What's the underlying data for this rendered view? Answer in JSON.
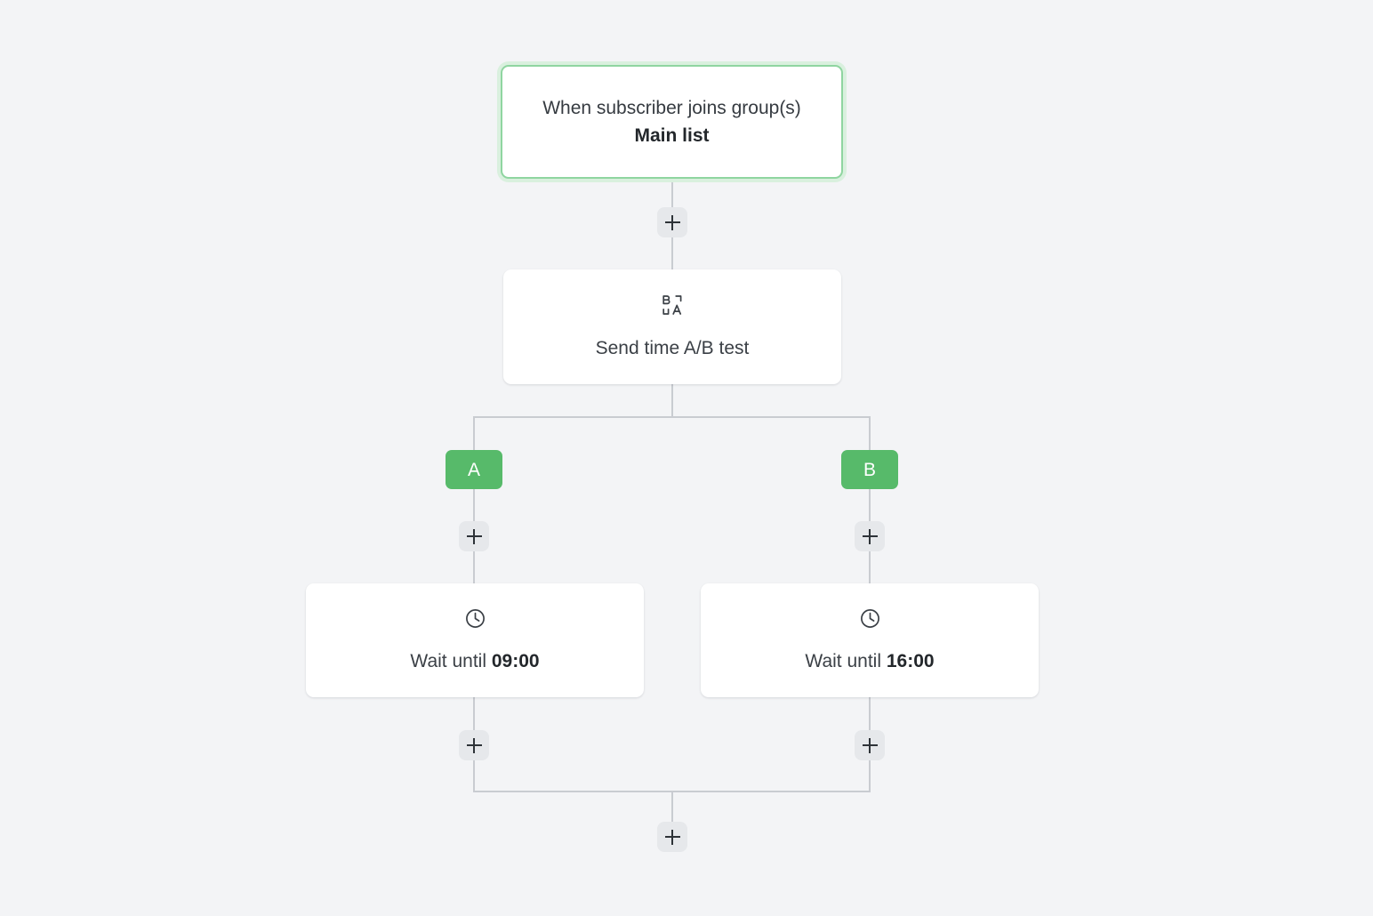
{
  "canvas": {
    "background_color": "#f3f4f6",
    "connector_color": "#c9ccd1",
    "accent_green": "#57ba6a",
    "trigger_border_color": "#8fd5a0",
    "trigger_ring_color": "#d9f0de"
  },
  "nodes": {
    "trigger": {
      "icon": "",
      "text_prefix": "When subscriber joins group(s) ",
      "text_bold": "Main list",
      "full_text": "When subscriber joins group(s) Main list"
    },
    "ab_test": {
      "icon": "ab-split-test-icon",
      "label": "Send time A/B test"
    },
    "wait_a": {
      "icon": "clock-icon",
      "text_prefix": "Wait until ",
      "text_bold": "09:00",
      "full_text": "Wait until 09:00"
    },
    "wait_b": {
      "icon": "clock-icon",
      "text_prefix": "Wait until ",
      "text_bold": "16:00",
      "full_text": "Wait until 16:00"
    }
  },
  "branches": [
    {
      "label": "A"
    },
    {
      "label": "B"
    }
  ],
  "add_buttons": [
    {
      "id": "add-after-trigger",
      "label": "+"
    },
    {
      "id": "add-branch-a-top",
      "label": "+"
    },
    {
      "id": "add-branch-b-top",
      "label": "+"
    },
    {
      "id": "add-branch-a-bottom",
      "label": "+"
    },
    {
      "id": "add-branch-b-bottom",
      "label": "+"
    },
    {
      "id": "add-after-merge",
      "label": "+"
    }
  ]
}
